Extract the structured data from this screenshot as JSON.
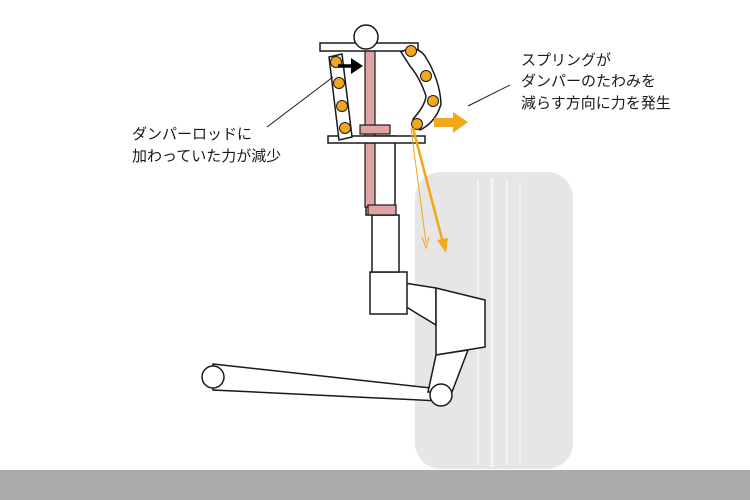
{
  "annotations": {
    "damper_rod": {
      "line1": "ダンパーロッドに",
      "line2": "加わっていた力が減少"
    },
    "spring": {
      "line1": "スプリングが",
      "line2": "ダンパーのたわみを",
      "line3": "減らす方向に力を発生"
    }
  },
  "colors": {
    "spring_coil": "#f2a81d",
    "force_arrow": "#f2a81d",
    "rod": "#e0a4a4",
    "push_arrow": "#000000",
    "tire": "#e6e6e6",
    "ground": "#aaaaaa",
    "outline": "#1a1a1a"
  }
}
